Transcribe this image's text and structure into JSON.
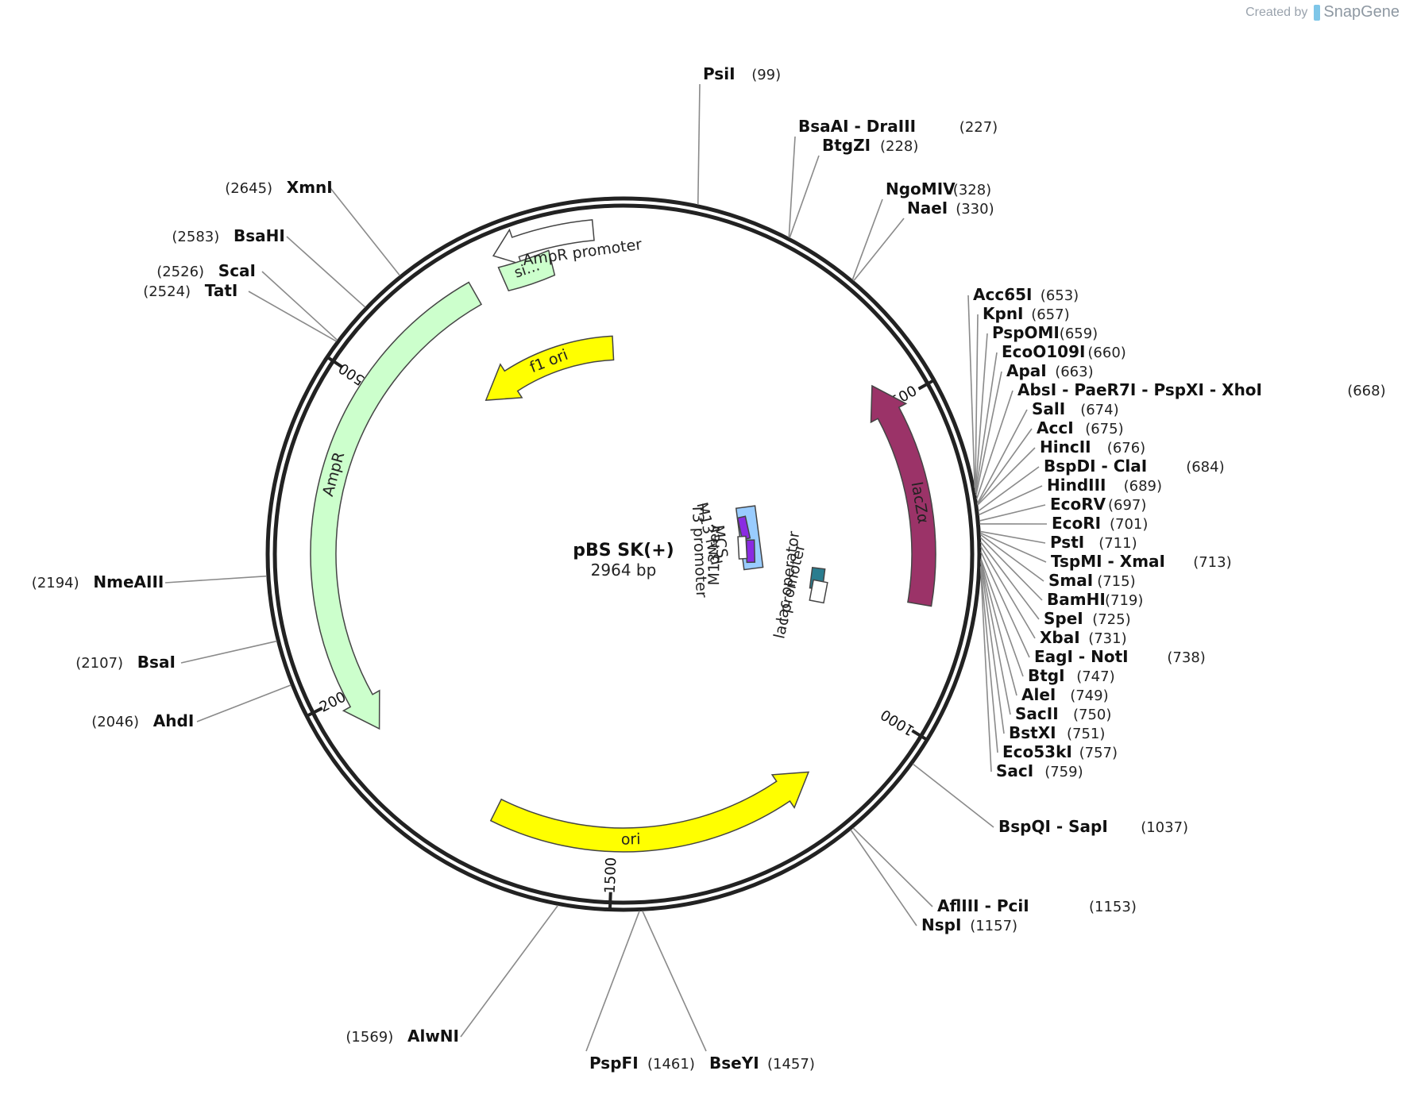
{
  "credit": {
    "prefix": "Created by",
    "brand": "SnapGene"
  },
  "plasmid": {
    "name": "pBS SK(+)",
    "length_label": "2964 bp",
    "length": 2964
  },
  "ticks": [
    "500",
    "1000",
    "1500",
    "2000",
    "2500"
  ],
  "features": [
    {
      "id": "lacza",
      "label": "lacZα",
      "color": "#9b3368",
      "text_color": "#ffffff"
    },
    {
      "id": "f1ori",
      "label": "f1 ori",
      "color": "#ffff00",
      "text_color": "#111111"
    },
    {
      "id": "ori",
      "label": "ori",
      "color": "#ffff00",
      "text_color": "#111111"
    },
    {
      "id": "ampr",
      "label": "AmpR",
      "color": "#ccffcc",
      "text_color": "#222222"
    },
    {
      "id": "signal",
      "label": "si…",
      "color": "#ccffcc",
      "text_color": "#222222"
    },
    {
      "id": "ampr_promoter",
      "label": "AmpR promoter",
      "color": "#ffffff",
      "text_color": "#222222"
    },
    {
      "id": "mcs",
      "label": "MCS",
      "color": "#99ccff",
      "text_color": "#222222"
    },
    {
      "id": "m13fwd",
      "label": "M13 fwd",
      "color": "#8a2be2",
      "text_color": "#222222"
    },
    {
      "id": "m13rev",
      "label": "M13 rev",
      "color": "#8a2be2",
      "text_color": "#222222"
    },
    {
      "id": "t3promoter",
      "label": "T3 promoter",
      "color": "#ffffff",
      "text_color": "#222222"
    },
    {
      "id": "lacoperator",
      "label": "lac operator",
      "color": "#2a7d8f",
      "text_color": "#222222"
    },
    {
      "id": "lacpromoter",
      "label": "lac promoter",
      "color": "#ffffff",
      "text_color": "#222222"
    }
  ],
  "sites": [
    {
      "enzymes": [
        "PsiI"
      ],
      "pos": "(99)"
    },
    {
      "enzymes": [
        "BsaAI",
        "DraIII"
      ],
      "pos": "(227)"
    },
    {
      "enzymes": [
        "BtgZI"
      ],
      "pos": "(228)"
    },
    {
      "enzymes": [
        "NgoMIV"
      ],
      "pos": "(328)"
    },
    {
      "enzymes": [
        "NaeI"
      ],
      "pos": "(330)"
    },
    {
      "enzymes": [
        "Acc65I"
      ],
      "pos": "(653)"
    },
    {
      "enzymes": [
        "KpnI"
      ],
      "pos": "(657)"
    },
    {
      "enzymes": [
        "PspOMI"
      ],
      "pos": "(659)"
    },
    {
      "enzymes": [
        "EcoO109I"
      ],
      "pos": "(660)"
    },
    {
      "enzymes": [
        "ApaI"
      ],
      "pos": "(663)"
    },
    {
      "enzymes": [
        "AbsI",
        "PaeR7I",
        "PspXI",
        "XhoI"
      ],
      "pos": "(668)"
    },
    {
      "enzymes": [
        "SalI"
      ],
      "pos": "(674)"
    },
    {
      "enzymes": [
        "AccI"
      ],
      "pos": "(675)"
    },
    {
      "enzymes": [
        "HincII"
      ],
      "pos": "(676)"
    },
    {
      "enzymes": [
        "BspDI",
        "ClaI"
      ],
      "pos": "(684)"
    },
    {
      "enzymes": [
        "HindIII"
      ],
      "pos": "(689)"
    },
    {
      "enzymes": [
        "EcoRV"
      ],
      "pos": "(697)"
    },
    {
      "enzymes": [
        "EcoRI"
      ],
      "pos": "(701)"
    },
    {
      "enzymes": [
        "PstI"
      ],
      "pos": "(711)"
    },
    {
      "enzymes": [
        "TspMI",
        "XmaI"
      ],
      "pos": "(713)"
    },
    {
      "enzymes": [
        "SmaI"
      ],
      "pos": "(715)"
    },
    {
      "enzymes": [
        "BamHI"
      ],
      "pos": "(719)"
    },
    {
      "enzymes": [
        "SpeI"
      ],
      "pos": "(725)"
    },
    {
      "enzymes": [
        "XbaI"
      ],
      "pos": "(731)"
    },
    {
      "enzymes": [
        "EagI",
        "NotI"
      ],
      "pos": "(738)"
    },
    {
      "enzymes": [
        "BtgI"
      ],
      "pos": "(747)"
    },
    {
      "enzymes": [
        "AleI"
      ],
      "pos": "(749)"
    },
    {
      "enzymes": [
        "SacII"
      ],
      "pos": "(750)"
    },
    {
      "enzymes": [
        "BstXI"
      ],
      "pos": "(751)"
    },
    {
      "enzymes": [
        "Eco53kI"
      ],
      "pos": "(757)"
    },
    {
      "enzymes": [
        "SacI"
      ],
      "pos": "(759)"
    },
    {
      "enzymes": [
        "BspQI",
        "SapI"
      ],
      "pos": "(1037)"
    },
    {
      "enzymes": [
        "AflIII",
        "PciI"
      ],
      "pos": "(1153)"
    },
    {
      "enzymes": [
        "NspI"
      ],
      "pos": "(1157)"
    },
    {
      "enzymes": [
        "BseYI"
      ],
      "pos": "(1457)"
    },
    {
      "enzymes": [
        "PspFI"
      ],
      "pos": "(1461)"
    },
    {
      "enzymes": [
        "AlwNI"
      ],
      "pos": "(1569)"
    },
    {
      "enzymes": [
        "AhdI"
      ],
      "pos": "(2046)"
    },
    {
      "enzymes": [
        "BsaI"
      ],
      "pos": "(2107)"
    },
    {
      "enzymes": [
        "NmeAIII"
      ],
      "pos": "(2194)"
    },
    {
      "enzymes": [
        "TatI"
      ],
      "pos": "(2524)"
    },
    {
      "enzymes": [
        "ScaI"
      ],
      "pos": "(2526)"
    },
    {
      "enzymes": [
        "BsaHI"
      ],
      "pos": "(2583)"
    },
    {
      "enzymes": [
        "XmnI"
      ],
      "pos": "(2645)"
    }
  ]
}
